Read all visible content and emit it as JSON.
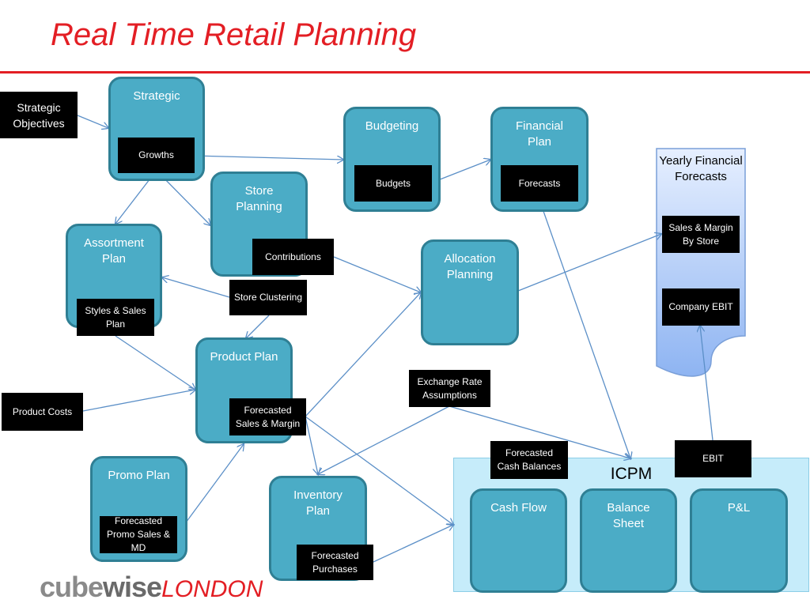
{
  "title": "Real Time Retail Planning",
  "nodes": {
    "strategic": "Strategic",
    "budgeting": "Budgeting",
    "financial_plan": "Financial Plan",
    "store_planning": "Store Planning",
    "assortment_plan": "Assortment Plan",
    "allocation_planning": "Allocation Planning",
    "product_plan": "Product Plan",
    "promo_plan": "Promo Plan",
    "inventory_plan": "Inventory Plan",
    "cash_flow": "Cash Flow",
    "balance_sheet": "Balance Sheet",
    "pl": "P&L"
  },
  "labels": {
    "strategic_objectives": "Strategic Objectives",
    "growths": "Growths",
    "budgets": "Budgets",
    "forecasts": "Forecasts",
    "contributions": "Contributions",
    "store_clustering": "Store Clustering",
    "styles_sales_plan": "Styles & Sales Plan",
    "product_costs": "Product Costs",
    "forecasted_sales_margin": "Forecasted Sales & Margin",
    "exchange_rate": "Exchange Rate Assumptions",
    "forecasted_cash_balances": "Forecasted Cash Balances",
    "ebit": "EBIT",
    "forecasted_promo": "Forecasted Promo Sales & MD",
    "forecasted_purchases": "Forecasted Purchases",
    "sales_margin_by_store": "Sales & Margin By Store",
    "company_ebit": "Company EBIT"
  },
  "yearly": {
    "title": "Yearly Financial Forecasts"
  },
  "icpm": {
    "title": "ICPM"
  },
  "logo": {
    "cube": "cube",
    "wise": "wise",
    "london": "LONDON"
  },
  "colors": {
    "title_red": "#e31e24",
    "node_fill": "#4bacc6",
    "node_border": "#2f7f94",
    "arrow": "#5b8fc7",
    "label_fill": "#000000",
    "icpm_panel": "#c6ecfa"
  }
}
